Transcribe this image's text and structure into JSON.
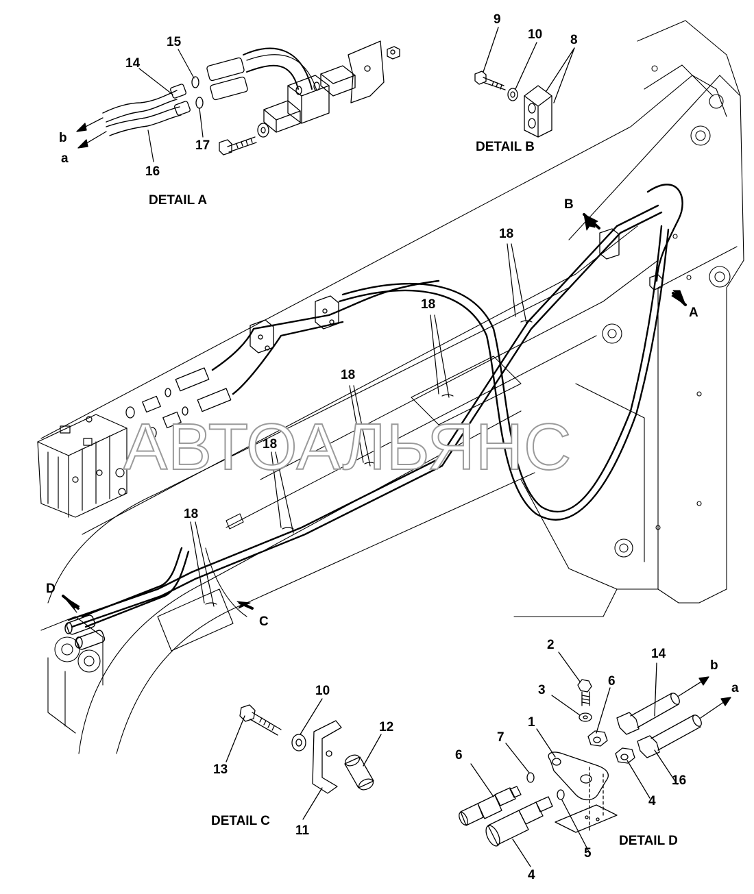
{
  "watermark": "АВТОАЛЬЯНС",
  "details": {
    "a": "DETAIL A",
    "b": "DETAIL B",
    "c": "DETAIL C",
    "d": "DETAIL D"
  },
  "view_markers": {
    "a": "A",
    "b": "B",
    "c": "C",
    "d": "D"
  },
  "detail_a_callouts": {
    "n14": "14",
    "n15": "15",
    "n16": "16",
    "n17": "17",
    "b": "b",
    "a": "a"
  },
  "detail_b_callouts": {
    "n9": "9",
    "n10": "10",
    "n8": "8"
  },
  "main_callouts": {
    "n18": "18"
  },
  "detail_c_callouts": {
    "n10": "10",
    "n12": "12",
    "n13": "13",
    "n11": "11"
  },
  "detail_d_callouts": {
    "n2": "2",
    "n3": "3",
    "n6a": "6",
    "n14": "14",
    "b": "b",
    "a": "a",
    "n7": "7",
    "n1": "1",
    "n6b": "6",
    "n4a": "4",
    "n16": "16",
    "n5": "5",
    "n4b": "4"
  }
}
